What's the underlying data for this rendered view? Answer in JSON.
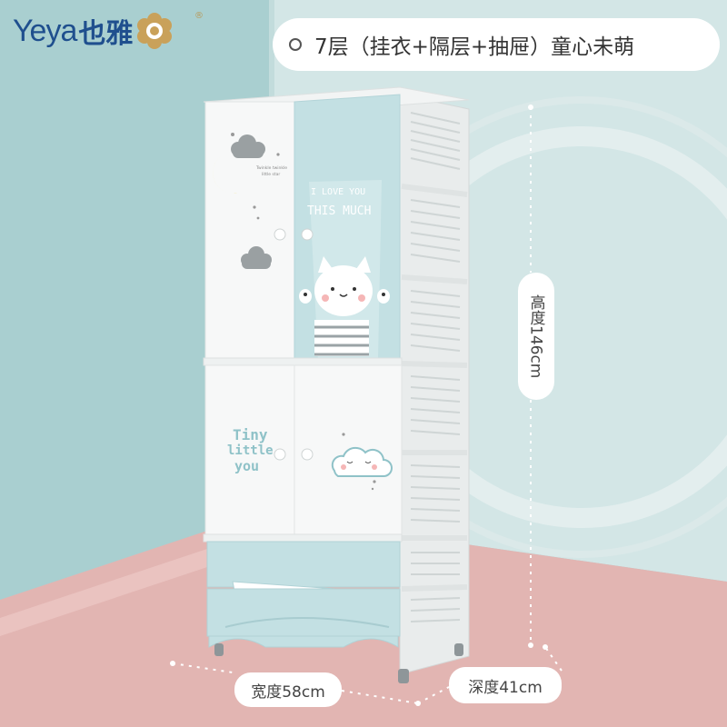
{
  "brand": {
    "name_en": "Yeya",
    "name_cn": "也雅",
    "registered": "®"
  },
  "title": {
    "text": "7层（挂衣+隔层+抽屉）童心未萌"
  },
  "dimensions": {
    "height": "高度146cm",
    "width": "宽度58cm",
    "depth": "深度41cm"
  },
  "decals": {
    "upper_right_line1": "I LOVE YOU",
    "upper_right_line2": "THIS MUCH",
    "upper_left_small_line1": "Twinkle twinkle",
    "upper_left_small_line2": "little star",
    "lower_left_line1": "Tiny",
    "lower_left_line2": "little",
    "lower_left_line3": "you"
  },
  "colors": {
    "wall_left": "#a9cfd0",
    "wall_right": "#d3e6e6",
    "floor": "#e2b5b2",
    "cabinet_white": "#f7f8f8",
    "cabinet_blue": "#c3e0e3",
    "brand_blue": "#1f4f8e",
    "brand_gold": "#c9a15a"
  }
}
